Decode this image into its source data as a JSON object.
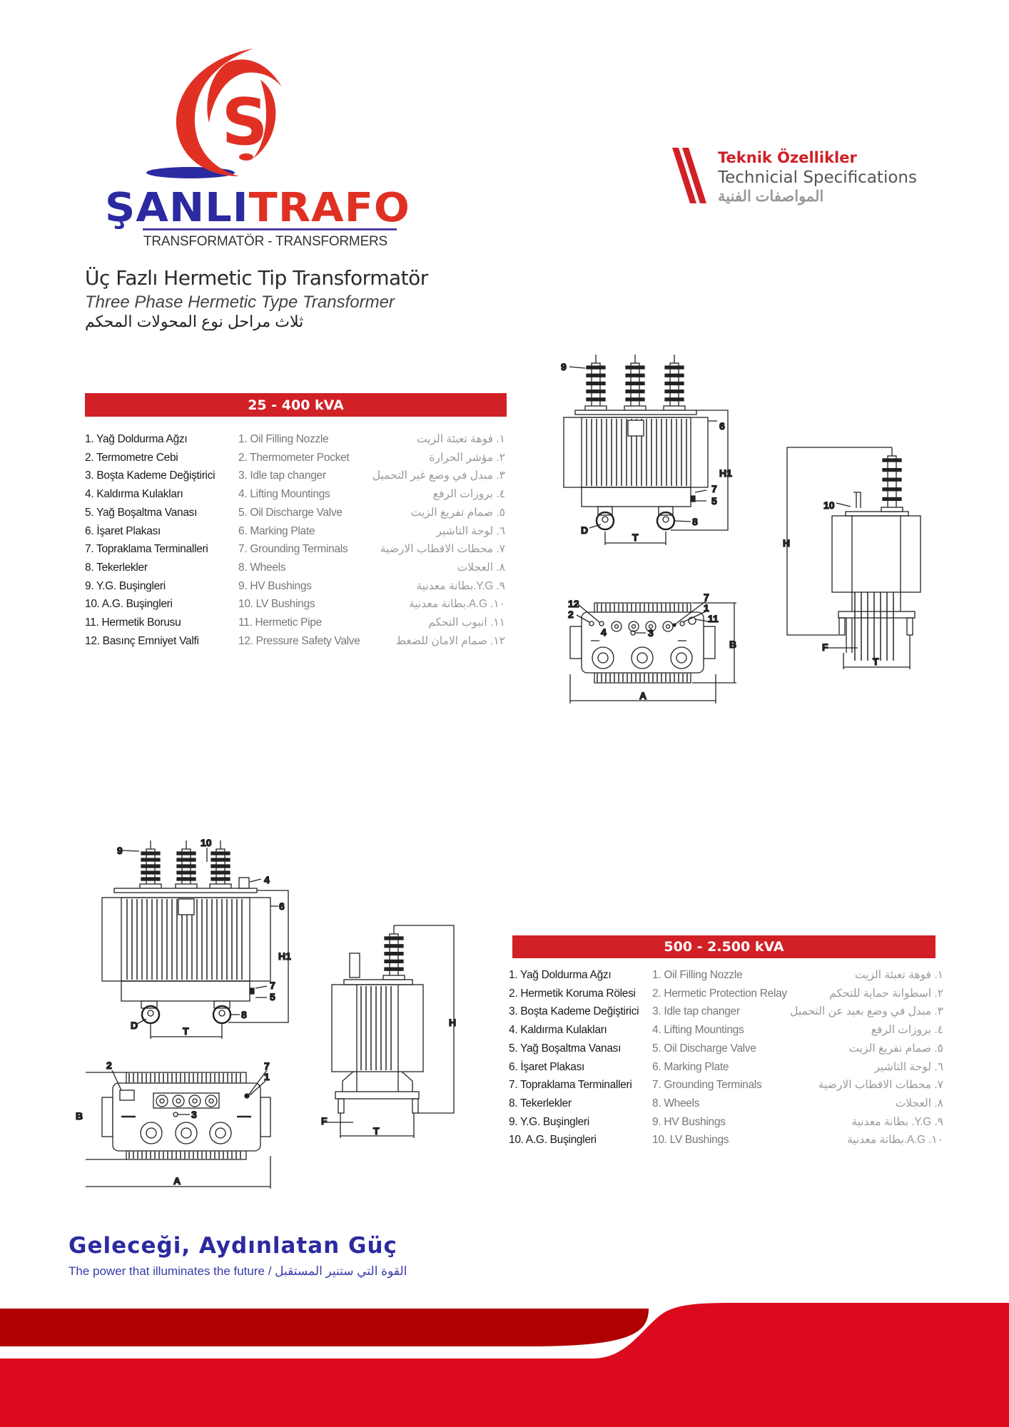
{
  "brand": {
    "name_part1": "ŞANLI",
    "name_part2": "TRAFO",
    "subtitle": "TRANSFORMATÖR - TRANSFORMERS"
  },
  "title": {
    "tr": "Üç Fazlı Hermetic Tip Transformatör",
    "en": "Three Phase Hermetic Type Transformer",
    "ar": "ثلاث مراحل نوع المحولات المحكم"
  },
  "spec_header": {
    "tr": "Teknik Özellikler",
    "en": "Technicial Specifications",
    "ar": "المواصفات الفنية"
  },
  "colors": {
    "red": "#d12026",
    "blue": "#2b2aa0",
    "footer_dark": "#b00000",
    "footer_red": "#dc0a1e"
  },
  "section1": {
    "title": "25 - 400 kVA",
    "items": [
      {
        "tr": "1. Yağ Doldurma Ağzı",
        "en": "1. Oil Filling Nozzle",
        "ar": "١. فوهة تعبئة الزيت"
      },
      {
        "tr": "2. Termometre Cebi",
        "en": "2. Thermometer Pocket",
        "ar": "٢. مؤشر الحرارة"
      },
      {
        "tr": "3. Boşta Kademe Değiştirici",
        "en": "3. Idle tap changer",
        "ar": "٣. مبدل في وضع غير التحميل"
      },
      {
        "tr": "4. Kaldırma Kulakları",
        "en": "4. Lifting Mountings",
        "ar": "٤. بروزات الرفع"
      },
      {
        "tr": "5. Yağ Boşaltma Vanası",
        "en": "5. Oil Discharge Valve",
        "ar": "٥. صمام تفريغ الزيت"
      },
      {
        "tr": "6. İşaret Plakası",
        "en": "6. Marking Plate",
        "ar": "٦. لوحة التاشير"
      },
      {
        "tr": "7. Topraklama Terminalleri",
        "en": "7. Grounding Terminals",
        "ar": "٧. محطات الاقطاب الارضية"
      },
      {
        "tr": "8. Tekerlekler",
        "en": "8. Wheels",
        "ar": "٨. العجلات"
      },
      {
        "tr": "9. Y.G. Buşingleri",
        "en": "9. HV Bushings",
        "ar": "٩. Y.G.بطانة معدنية"
      },
      {
        "tr": "10. A.G. Buşingleri",
        "en": "10. LV Bushings",
        "ar": "١٠. A.G.بطانة معدنية"
      },
      {
        "tr": "11. Hermetik Borusu",
        "en": "11. Hermetic Pipe",
        "ar": "١١. انبوب التحكم"
      },
      {
        "tr": "12. Basınç Emniyet Valfi",
        "en": "12. Pressure Safety Valve",
        "ar": "١٢. صمام الامان للضغط"
      }
    ]
  },
  "section2": {
    "title": "500 - 2.500 kVA",
    "items": [
      {
        "tr": "1. Yağ Doldurma Ağzı",
        "en": "1. Oil Filling Nozzle",
        "ar": "١. فوهة تعبئة الزيت"
      },
      {
        "tr": "2. Hermetik Koruma Rölesi",
        "en": "2. Hermetic Protection Relay",
        "ar": "٢. اسطوانة حماية للتحكم"
      },
      {
        "tr": "3. Boşta Kademe Değiştirici",
        "en": "3. Idle tap changer",
        "ar": "٣. مبدل في وضع بعيد عن التحميل"
      },
      {
        "tr": "4. Kaldırma Kulakları",
        "en": "4. Lifting Mountings",
        "ar": "٤. بروزات الرفع"
      },
      {
        "tr": "5. Yağ Boşaltma Vanası",
        "en": "5. Oil Discharge Valve",
        "ar": "٥. صمام تفريغ الزيت"
      },
      {
        "tr": "6. İşaret Plakası",
        "en": "6. Marking Plate",
        "ar": "٦. لوحة التاشير"
      },
      {
        "tr": "7. Topraklama Terminalleri",
        "en": "7. Grounding Terminals",
        "ar": "٧. محطات الاقطاب الارضية"
      },
      {
        "tr": "8. Tekerlekler",
        "en": "8. Wheels",
        "ar": "٨. العجلات"
      },
      {
        "tr": "9. Y.G. Buşingleri",
        "en": "9. HV Bushings",
        "ar": "٩. Y.G. بطانة معدنية"
      },
      {
        "tr": "10. A.G. Buşingleri",
        "en": "10. LV Bushings",
        "ar": "١٠. A.G.بطانة معدنية"
      }
    ]
  },
  "diagram_labels": {
    "n1": "1",
    "n2": "2",
    "n3": "3",
    "n4": "4",
    "n5": "5",
    "n6": "6",
    "n7": "7",
    "n8": "8",
    "n9": "9",
    "n10": "10",
    "n11": "11",
    "n12": "12",
    "D": "D",
    "T": "T",
    "H": "H",
    "H1": "H1",
    "A": "A",
    "B": "B",
    "F": "F"
  },
  "footer": {
    "slogan": "Geleceği, Aydınlatan Güç",
    "tagline": "The power that illuminates the future / القوة التي ستنير المستقبل"
  }
}
